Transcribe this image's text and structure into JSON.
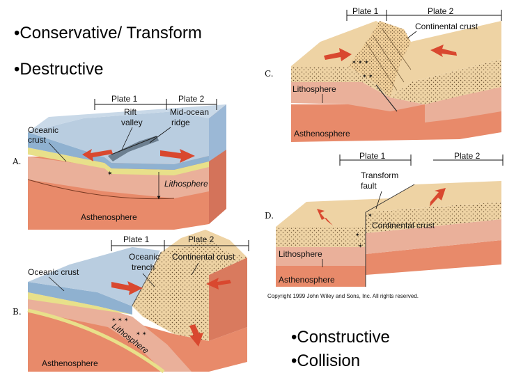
{
  "bullets": {
    "conservative": "•Conservative/ Transform",
    "destructive": "•Destructive",
    "constructive": "•Constructive",
    "collision": "•Collision"
  },
  "panel_a": {
    "letter": "A.",
    "plate1": "Plate 1",
    "plate2": "Plate 2",
    "rift_valley": [
      "Rift",
      "valley"
    ],
    "mid_ocean_ridge": [
      "Mid-ocean",
      "ridge"
    ],
    "oceanic_crust": [
      "Oceanic",
      "crust"
    ],
    "lithosphere": "Lithosphere",
    "asthenosphere": "Asthenosphere"
  },
  "panel_b": {
    "letter": "B.",
    "plate1": "Plate 1",
    "plate2": "Plate 2",
    "oceanic_trench": [
      "Oceanic",
      "trench"
    ],
    "continental_crust": "Continental crust",
    "oceanic_crust": "Oceanic crust",
    "lithosphere": "Lithosphere",
    "asthenosphere": "Asthenosphere"
  },
  "panel_c": {
    "letter": "C.",
    "plate1": "Plate 1",
    "plate2": "Plate 2",
    "continental_crust": "Continental crust",
    "lithosphere": "Lithosphere",
    "asthenosphere": "Asthenosphere"
  },
  "panel_d": {
    "letter": "D.",
    "plate1": "Plate 1",
    "plate2": "Plate 2",
    "transform_fault": [
      "Transform",
      "fault"
    ],
    "continental_crust": "Continental crust",
    "lithosphere": "Lithosphere",
    "asthenosphere": "Asthenosphere"
  },
  "copyright": "Copyright 1999 John Wiley and Sons, Inc. All rights reserved.",
  "colors": {
    "ocean_top": "#b9cde0",
    "ocean_side": "#8fb1d0",
    "crust_yellow": "#e8e08a",
    "lithosphere": "#e9b7a0",
    "asthenosphere": "#e88a6a",
    "continent": "#eecb8f",
    "arrow_red": "#d9482f"
  }
}
